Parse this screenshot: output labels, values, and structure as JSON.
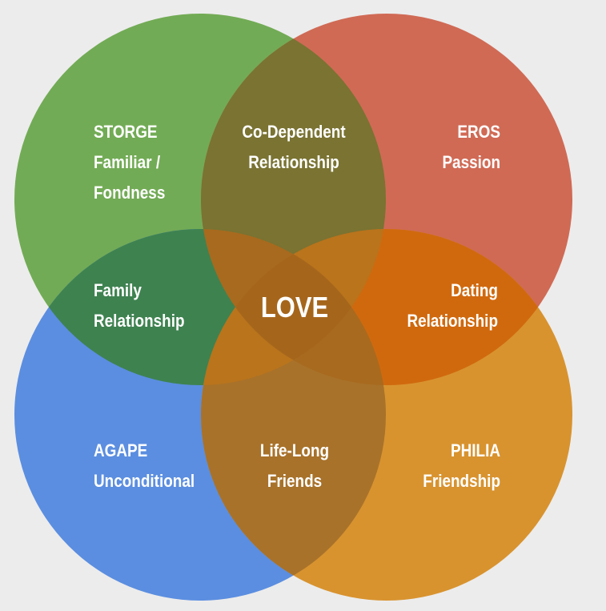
{
  "colors": {
    "background": "#ececec",
    "storge": "#72ab55",
    "eros": "#d06a55",
    "agape": "#5b8ee0",
    "philia": "#d8932f",
    "storge_eros": "#7a7332",
    "storge_agape": "#3e8250",
    "eros_philia": "#d0690e",
    "agape_philia": "#a8722a",
    "storge_philia": "#b9741c",
    "eros_agape": "#a86a1e",
    "center": "#a5661c"
  },
  "circles": {
    "storge": {
      "title": "STORGE",
      "line1": "Familiar /",
      "line2": "Fondness"
    },
    "eros": {
      "title": "EROS",
      "line1": "Passion"
    },
    "agape": {
      "title": "AGAPE",
      "line1": "Unconditional"
    },
    "philia": {
      "title": "PHILIA",
      "line1": "Friendship"
    }
  },
  "overlaps": {
    "storge_eros": {
      "line1": "Co-Dependent",
      "line2": "Relationship"
    },
    "storge_agape": {
      "line1": "Family",
      "line2": "Relationship"
    },
    "eros_philia": {
      "line1": "Dating",
      "line2": "Relationship"
    },
    "agape_philia": {
      "line1": "Life-Long",
      "line2": "Friends"
    },
    "center": "LOVE"
  }
}
